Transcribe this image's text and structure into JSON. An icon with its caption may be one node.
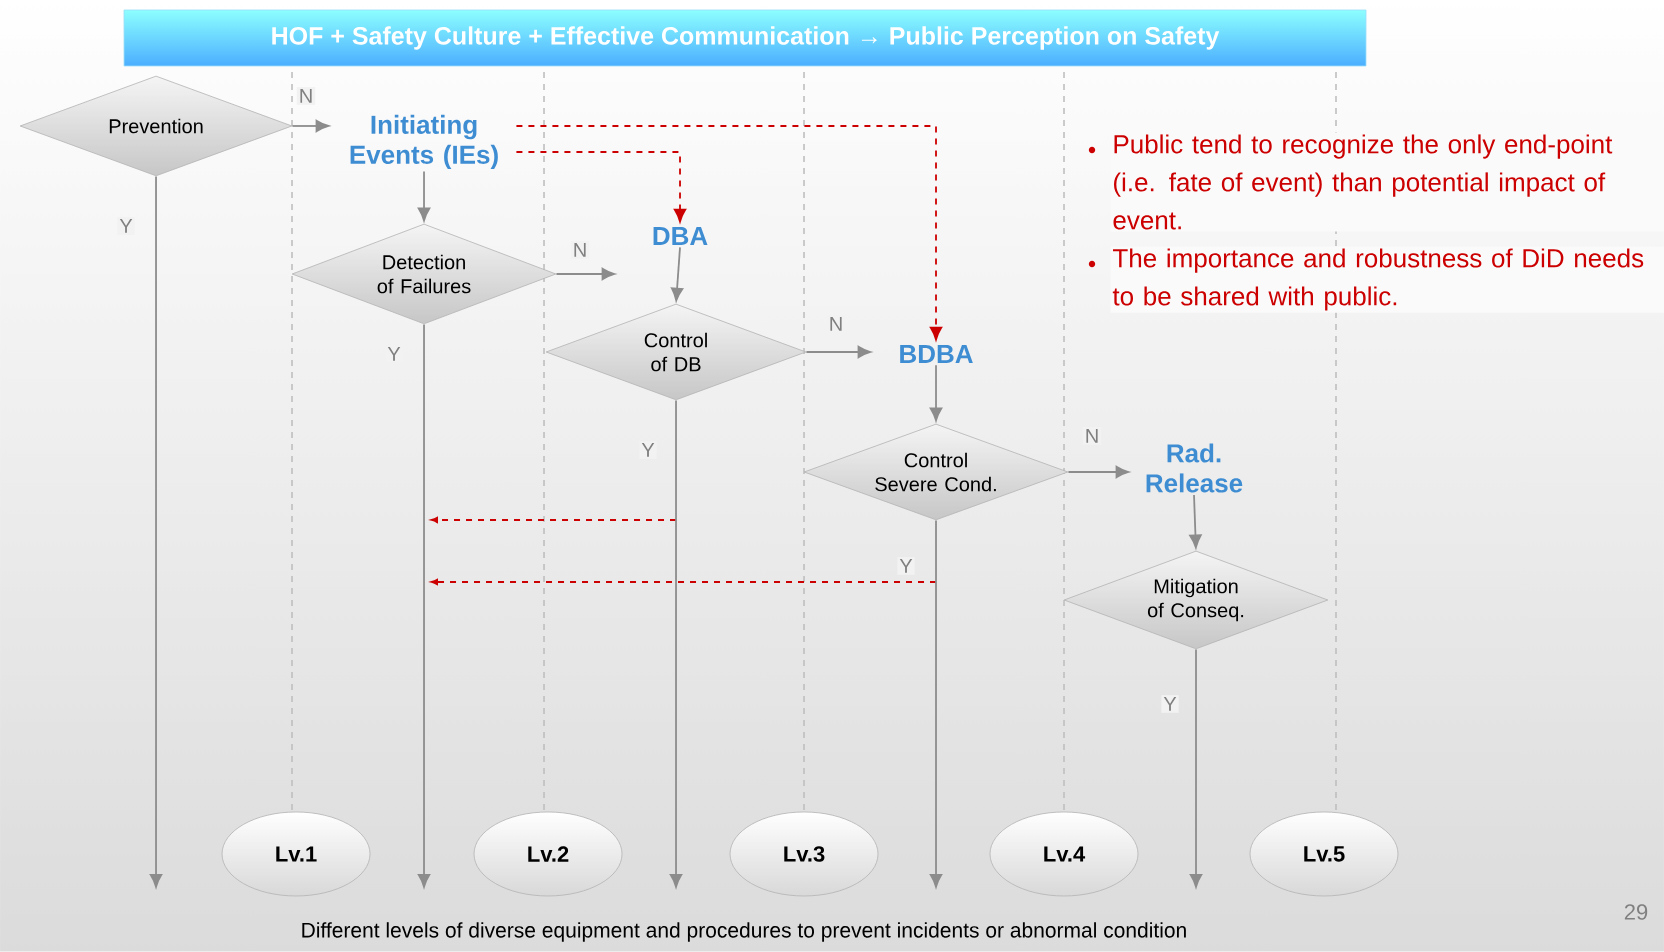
{
  "diagram": {
    "title": "HOF +   Safety Culture + Effective Communication → Public Perception on Safety",
    "nodes": [
      {
        "text": [
          "Prevention"
        ]
      },
      {
        "text": [
          "Initiating Events (IEs)"
        ]
      },
      {
        "text": [
          "Detection of Failures"
        ]
      },
      {
        "text": [
          "DBA"
        ]
      },
      {
        "text": [
          "Control of DB"
        ]
      },
      {
        "text": [
          "BDBA"
        ]
      },
      {
        "text": [
          "Control Severe Cond."
        ]
      },
      {
        "text": [
          "Rad. Release"
        ]
      },
      {
        "text": [
          "Mitigation of Conseq."
        ]
      },
      {
        "text": [
          "Lv.1"
        ]
      },
      {
        "text": [
          "Lv.2"
        ]
      },
      {
        "text": [
          "Lv.3"
        ]
      },
      {
        "text": [
          "Lv.4"
        ]
      },
      {
        "text": [
          "Lv.5"
        ]
      }
    ],
    "edges": [
      {
        "from": 0,
        "to": 1,
        "arrow": "to",
        "label": "N"
      },
      {
        "from": 0,
        "to": null,
        "arrow": "to",
        "label": "Y"
      },
      {
        "from": 1,
        "to": 2,
        "arrow": "to"
      },
      {
        "from": 2,
        "to": 3,
        "arrow": "to",
        "label": "N"
      },
      {
        "from": 2,
        "to": null,
        "arrow": "to",
        "label": "Y"
      },
      {
        "from": 3,
        "to": 4,
        "arrow": "to"
      },
      {
        "from": 4,
        "to": 5,
        "arrow": "to",
        "label": "N"
      },
      {
        "from": 4,
        "to": null,
        "arrow": "to",
        "label": "Y"
      },
      {
        "from": 5,
        "to": 6,
        "arrow": "to"
      },
      {
        "from": 6,
        "to": 7,
        "arrow": "to",
        "label": "N"
      },
      {
        "from": 6,
        "to": null,
        "arrow": "to",
        "label": "Y"
      },
      {
        "from": 7,
        "to": 8,
        "arrow": "to"
      },
      {
        "from": 8,
        "to": null,
        "arrow": "to",
        "label": "Y"
      },
      {
        "from": 1,
        "to": 3,
        "arrow": "to",
        "style": "dashed",
        "color": "#cc0000"
      },
      {
        "from": 1,
        "to": 5,
        "arrow": "to",
        "style": "dashed",
        "color": "#cc0000"
      }
    ],
    "labels": [
      "Public tend to recognize the only end-point (i.e. fate of event) than potential impact of event.",
      "The importance and robustness of DiD needs to be shared with public.",
      "Different levels of diverse equipment and procedures to prevent incidents or abnormal condition",
      "29"
    ]
  }
}
